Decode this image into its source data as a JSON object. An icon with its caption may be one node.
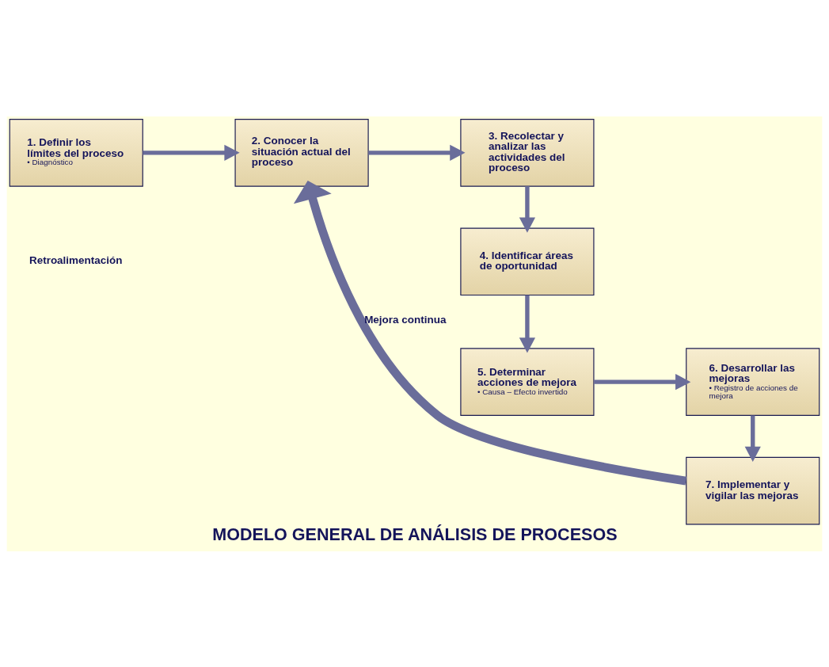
{
  "diagram": {
    "title": "MODELO GENERAL DE ANÁLISIS DE PROCESOS",
    "nodes": [
      {
        "text": [
          "1. Definir los límites del proceso",
          "• Diagnóstico"
        ]
      },
      {
        "text": [
          "2. Conocer la situación actual del proceso"
        ]
      },
      {
        "text": [
          "3. Recolectar y analizar las actividades del proceso"
        ]
      },
      {
        "text": [
          "4. Identificar áreas de oportunidad"
        ]
      },
      {
        "text": [
          "5. Determinar acciones de mejora",
          "• Causa – Efecto invertido"
        ]
      },
      {
        "text": [
          "6. Desarrollar las mejoras",
          "• Registro de acciones de mejora"
        ]
      },
      {
        "text": [
          "7. Implementar y vigilar las mejoras"
        ]
      }
    ],
    "edges": [
      {
        "from": 0,
        "to": 1,
        "arrow": "to"
      },
      {
        "from": 1,
        "to": 2,
        "arrow": "to"
      },
      {
        "from": 2,
        "to": 3,
        "arrow": "to"
      },
      {
        "from": 3,
        "to": 4,
        "arrow": "to"
      },
      {
        "from": 4,
        "to": 5,
        "arrow": "to"
      },
      {
        "from": 5,
        "to": 6,
        "arrow": "to"
      },
      {
        "from": 6,
        "to": 1,
        "arrow": "to",
        "label": "Mejora continua",
        "style": "thick"
      }
    ],
    "labels": [
      "Retroalimentación"
    ]
  }
}
